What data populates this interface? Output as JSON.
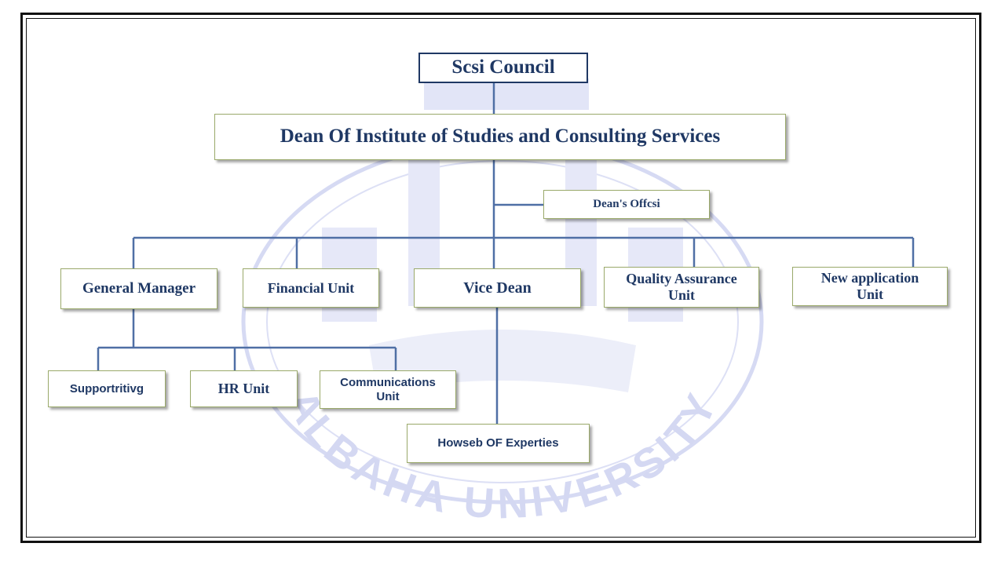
{
  "chart": {
    "top": "Scsi Council",
    "dean": "Dean Of Institute of Studies and Consulting Services",
    "deans_office": "Dean's Offcsi",
    "general_manager": "General Manager",
    "financial_unit": "Financial Unit",
    "vice_dean": "Vice Dean",
    "quality_assurance": "Quality Assurance Unit",
    "new_application": "New application Unit",
    "supporting": "Supportritivg",
    "hr_unit": "HR Unit",
    "communications": "Communications Unit",
    "house_of_expertise": "Howseb OF Experties"
  },
  "watermark": {
    "text": "ALBAHA UNIVERSITY",
    "color": "#c9cdf0"
  },
  "colors": {
    "connector": "#4f6fa5",
    "text": "#1f3864",
    "box_border": "#9aa96a"
  }
}
